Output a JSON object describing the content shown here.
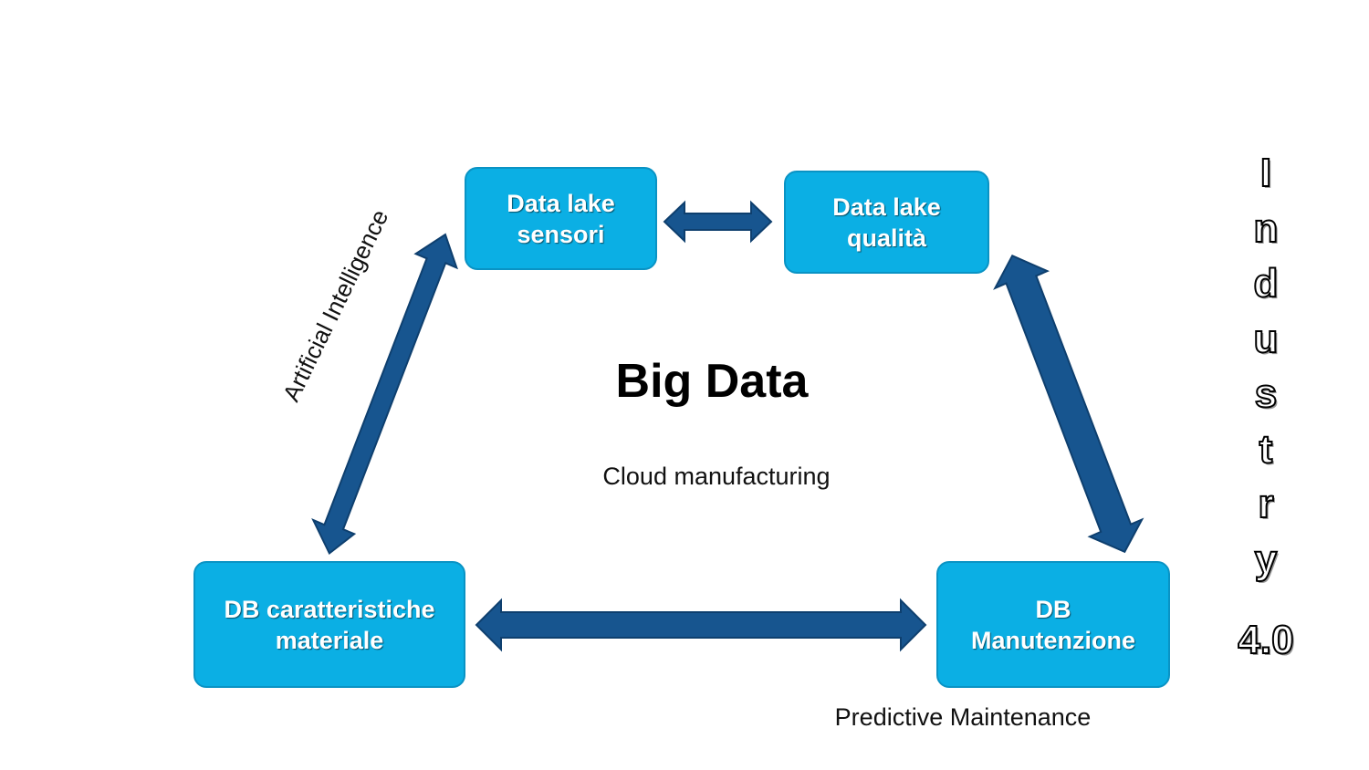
{
  "diagram": {
    "title": "Big Data",
    "subtitle": "Cloud manufacturing",
    "nodes": {
      "sensori": {
        "line1": "Data lake",
        "line2": "sensori"
      },
      "qualita": {
        "line1": "Data lake",
        "line2": "qualità"
      },
      "materiale": {
        "line1": "DB caratteristiche",
        "line2": "materiale"
      },
      "manutenzione": {
        "line1": "DB",
        "line2": "Manutenzione"
      }
    },
    "edge_labels": {
      "ai": "Artificial Intelligence",
      "pm": "Predictive Maintenance"
    },
    "side_label": {
      "letters": [
        "I",
        "n",
        "d",
        "u",
        "s",
        "t",
        "r",
        "y"
      ],
      "version": "4.0"
    },
    "colors": {
      "node_fill": "#0bafe4",
      "node_border": "#0a93c4",
      "arrow": "#17558f",
      "arrow_outline": "#0e3f6e"
    }
  }
}
